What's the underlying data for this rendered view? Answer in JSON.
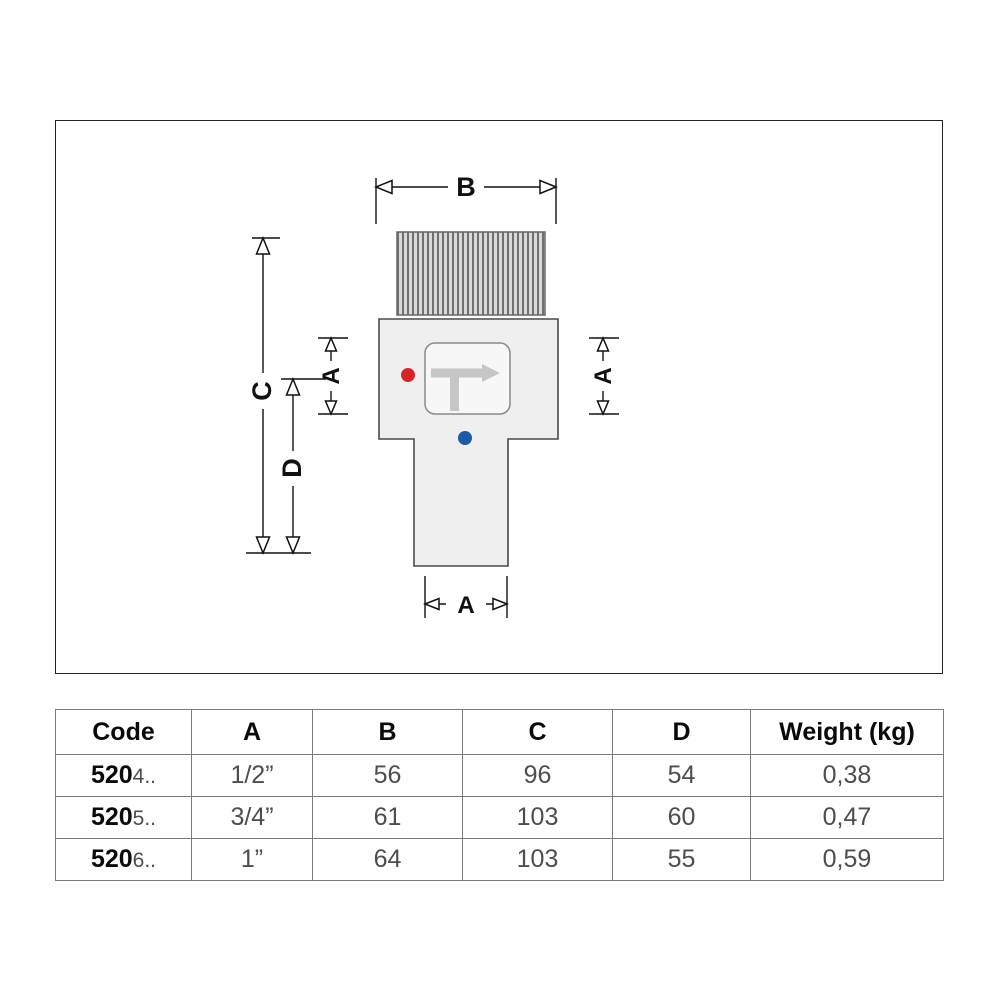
{
  "diagram": {
    "dims": {
      "b": "B",
      "c": "C",
      "d": "D",
      "a_left": "A",
      "a_right": "A",
      "a_bottom": "A"
    },
    "colors": {
      "hot_dot": "#d8232a",
      "cold_dot": "#1d5ba6",
      "body_fill": "#efefef",
      "watermark": "#c6c6c6"
    }
  },
  "table": {
    "headers": [
      "Code",
      "A",
      "B",
      "C",
      "D",
      "Weight (kg)"
    ],
    "rows": [
      {
        "code_prefix": "520",
        "code_suffix": "4..",
        "a": "1/2”",
        "b": "56",
        "c": "96",
        "d": "54",
        "weight": "0,38"
      },
      {
        "code_prefix": "520",
        "code_suffix": "5..",
        "a": "3/4”",
        "b": "61",
        "c": "103",
        "d": "60",
        "weight": "0,47"
      },
      {
        "code_prefix": "520",
        "code_suffix": "6..",
        "a": "1”",
        "b": "64",
        "c": "103",
        "d": "55",
        "weight": "0,59"
      }
    ]
  }
}
